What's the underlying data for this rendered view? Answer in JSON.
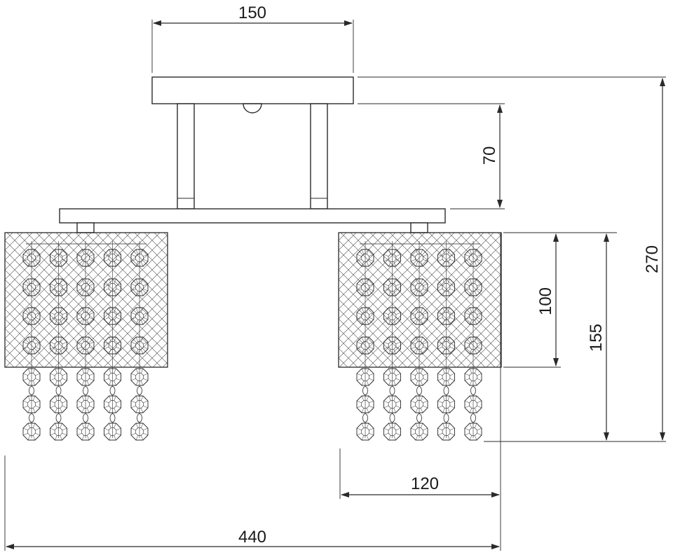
{
  "diagram": {
    "colors": {
      "line": "#2a2a2a",
      "background": "#ffffff"
    },
    "dimensions": {
      "canopy_width": "150",
      "rod_height": "70",
      "total_height": "270",
      "shade_height": "100",
      "fixture_height": "155",
      "shade_width": "120",
      "total_width": "440"
    }
  }
}
